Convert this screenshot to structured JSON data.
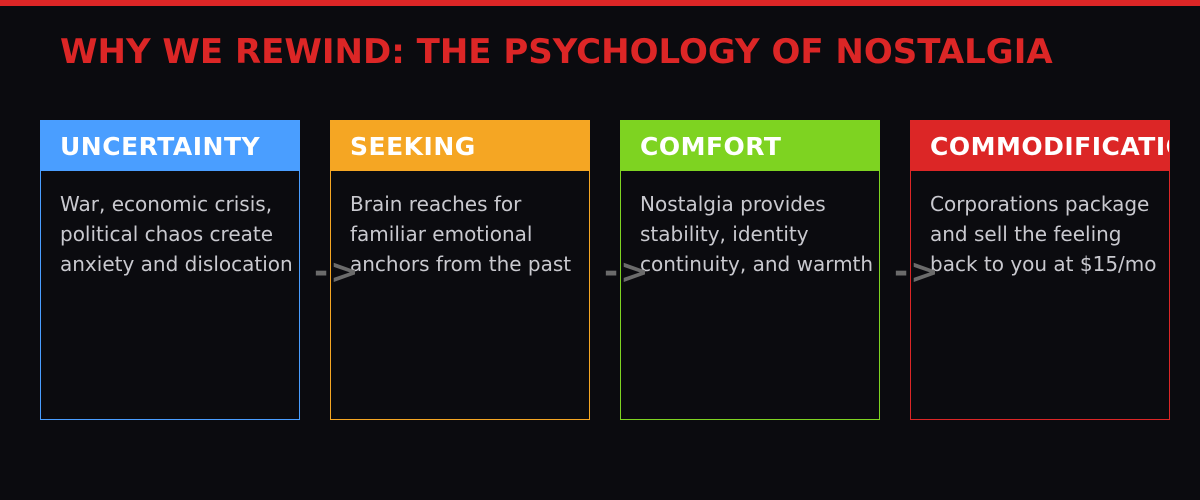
{
  "title": "WHY WE REWIND: THE PSYCHOLOGY OF NOSTALGIA",
  "colors": {
    "accent": "#dc2626",
    "background": "#0b0b0f",
    "arrow": "#6b6b6b",
    "body_text": "#c9c9cf"
  },
  "stages": [
    {
      "label": "UNCERTAINTY",
      "color": "#4a9eff",
      "lines": [
        "War, economic crisis,",
        "political chaos create",
        "anxiety and dislocation"
      ]
    },
    {
      "label": "SEEKING",
      "color": "#f5a623",
      "lines": [
        "Brain reaches for",
        "familiar emotional",
        "anchors from the past"
      ]
    },
    {
      "label": "COMFORT",
      "color": "#7ed321",
      "lines": [
        "Nostalgia provides",
        "stability, identity",
        "continuity, and warmth"
      ]
    },
    {
      "label": "COMMODIFICATION",
      "color": "#dc2626",
      "lines": [
        "Corporations package",
        "and sell the feeling",
        "back to you at $15/mo"
      ]
    }
  ],
  "connector": "->"
}
